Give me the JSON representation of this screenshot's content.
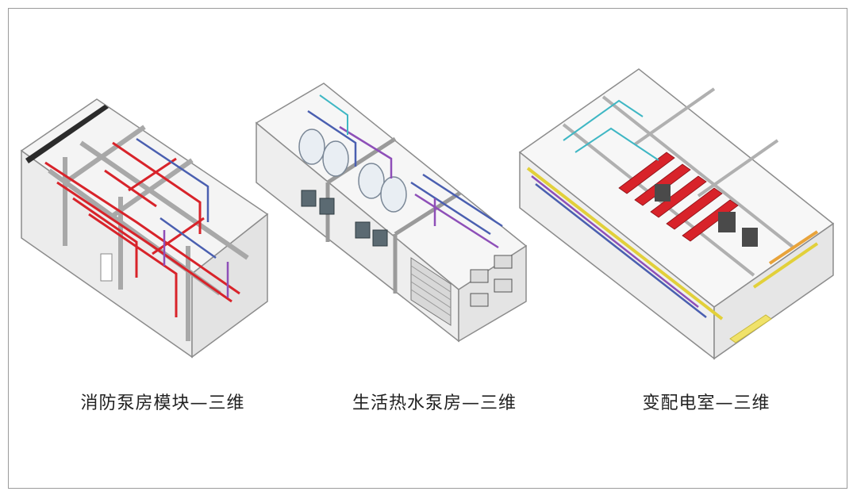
{
  "captions": {
    "fire_pump_room": "消防泵房模块—三维",
    "hot_water_pump_room": "生活热水泵房—三维",
    "substation": "变配电室—三维"
  },
  "colors": {
    "frame_border": "#9a9a9a",
    "fire_pipe": "#d8232a",
    "water_pipe_blue": "#4a5fb0",
    "purple_pipe": "#8e4fb8",
    "cyan_pipe": "#3fb7c4",
    "yellow_duct": "#e2d03a",
    "orange_duct": "#e8a33a",
    "structure_gray": "#bdbdbd"
  }
}
